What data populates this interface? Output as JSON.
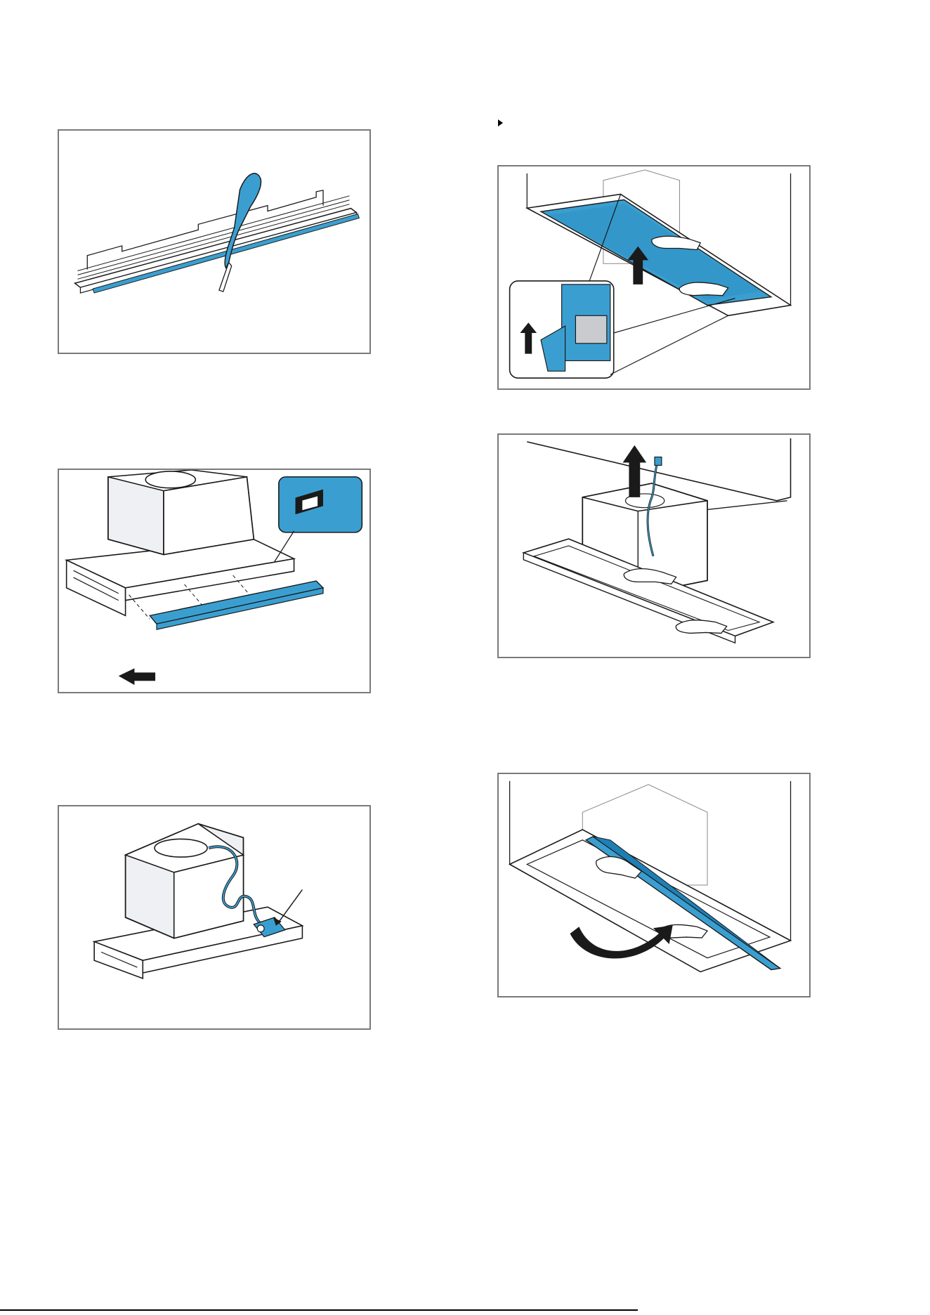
{
  "page": {
    "accent_color": "#3a9fd0",
    "accent_dark": "#1e7fb5",
    "line_color": "#1a1a1a",
    "frame_color": "#7a7a7a"
  },
  "figures": [
    {
      "id": "fig-1",
      "description_icon": "knife-cutting-strip-icon"
    },
    {
      "id": "fig-2",
      "description_icon": "hood-attach-strip-icon"
    },
    {
      "id": "fig-3",
      "description_icon": "hood-cable-plug-icon"
    },
    {
      "id": "fig-4",
      "description_icon": "lift-panel-into-ceiling-icon"
    },
    {
      "id": "fig-5",
      "description_icon": "insert-hood-into-ceiling-icon"
    },
    {
      "id": "fig-6",
      "description_icon": "close-filter-panel-icon"
    }
  ]
}
